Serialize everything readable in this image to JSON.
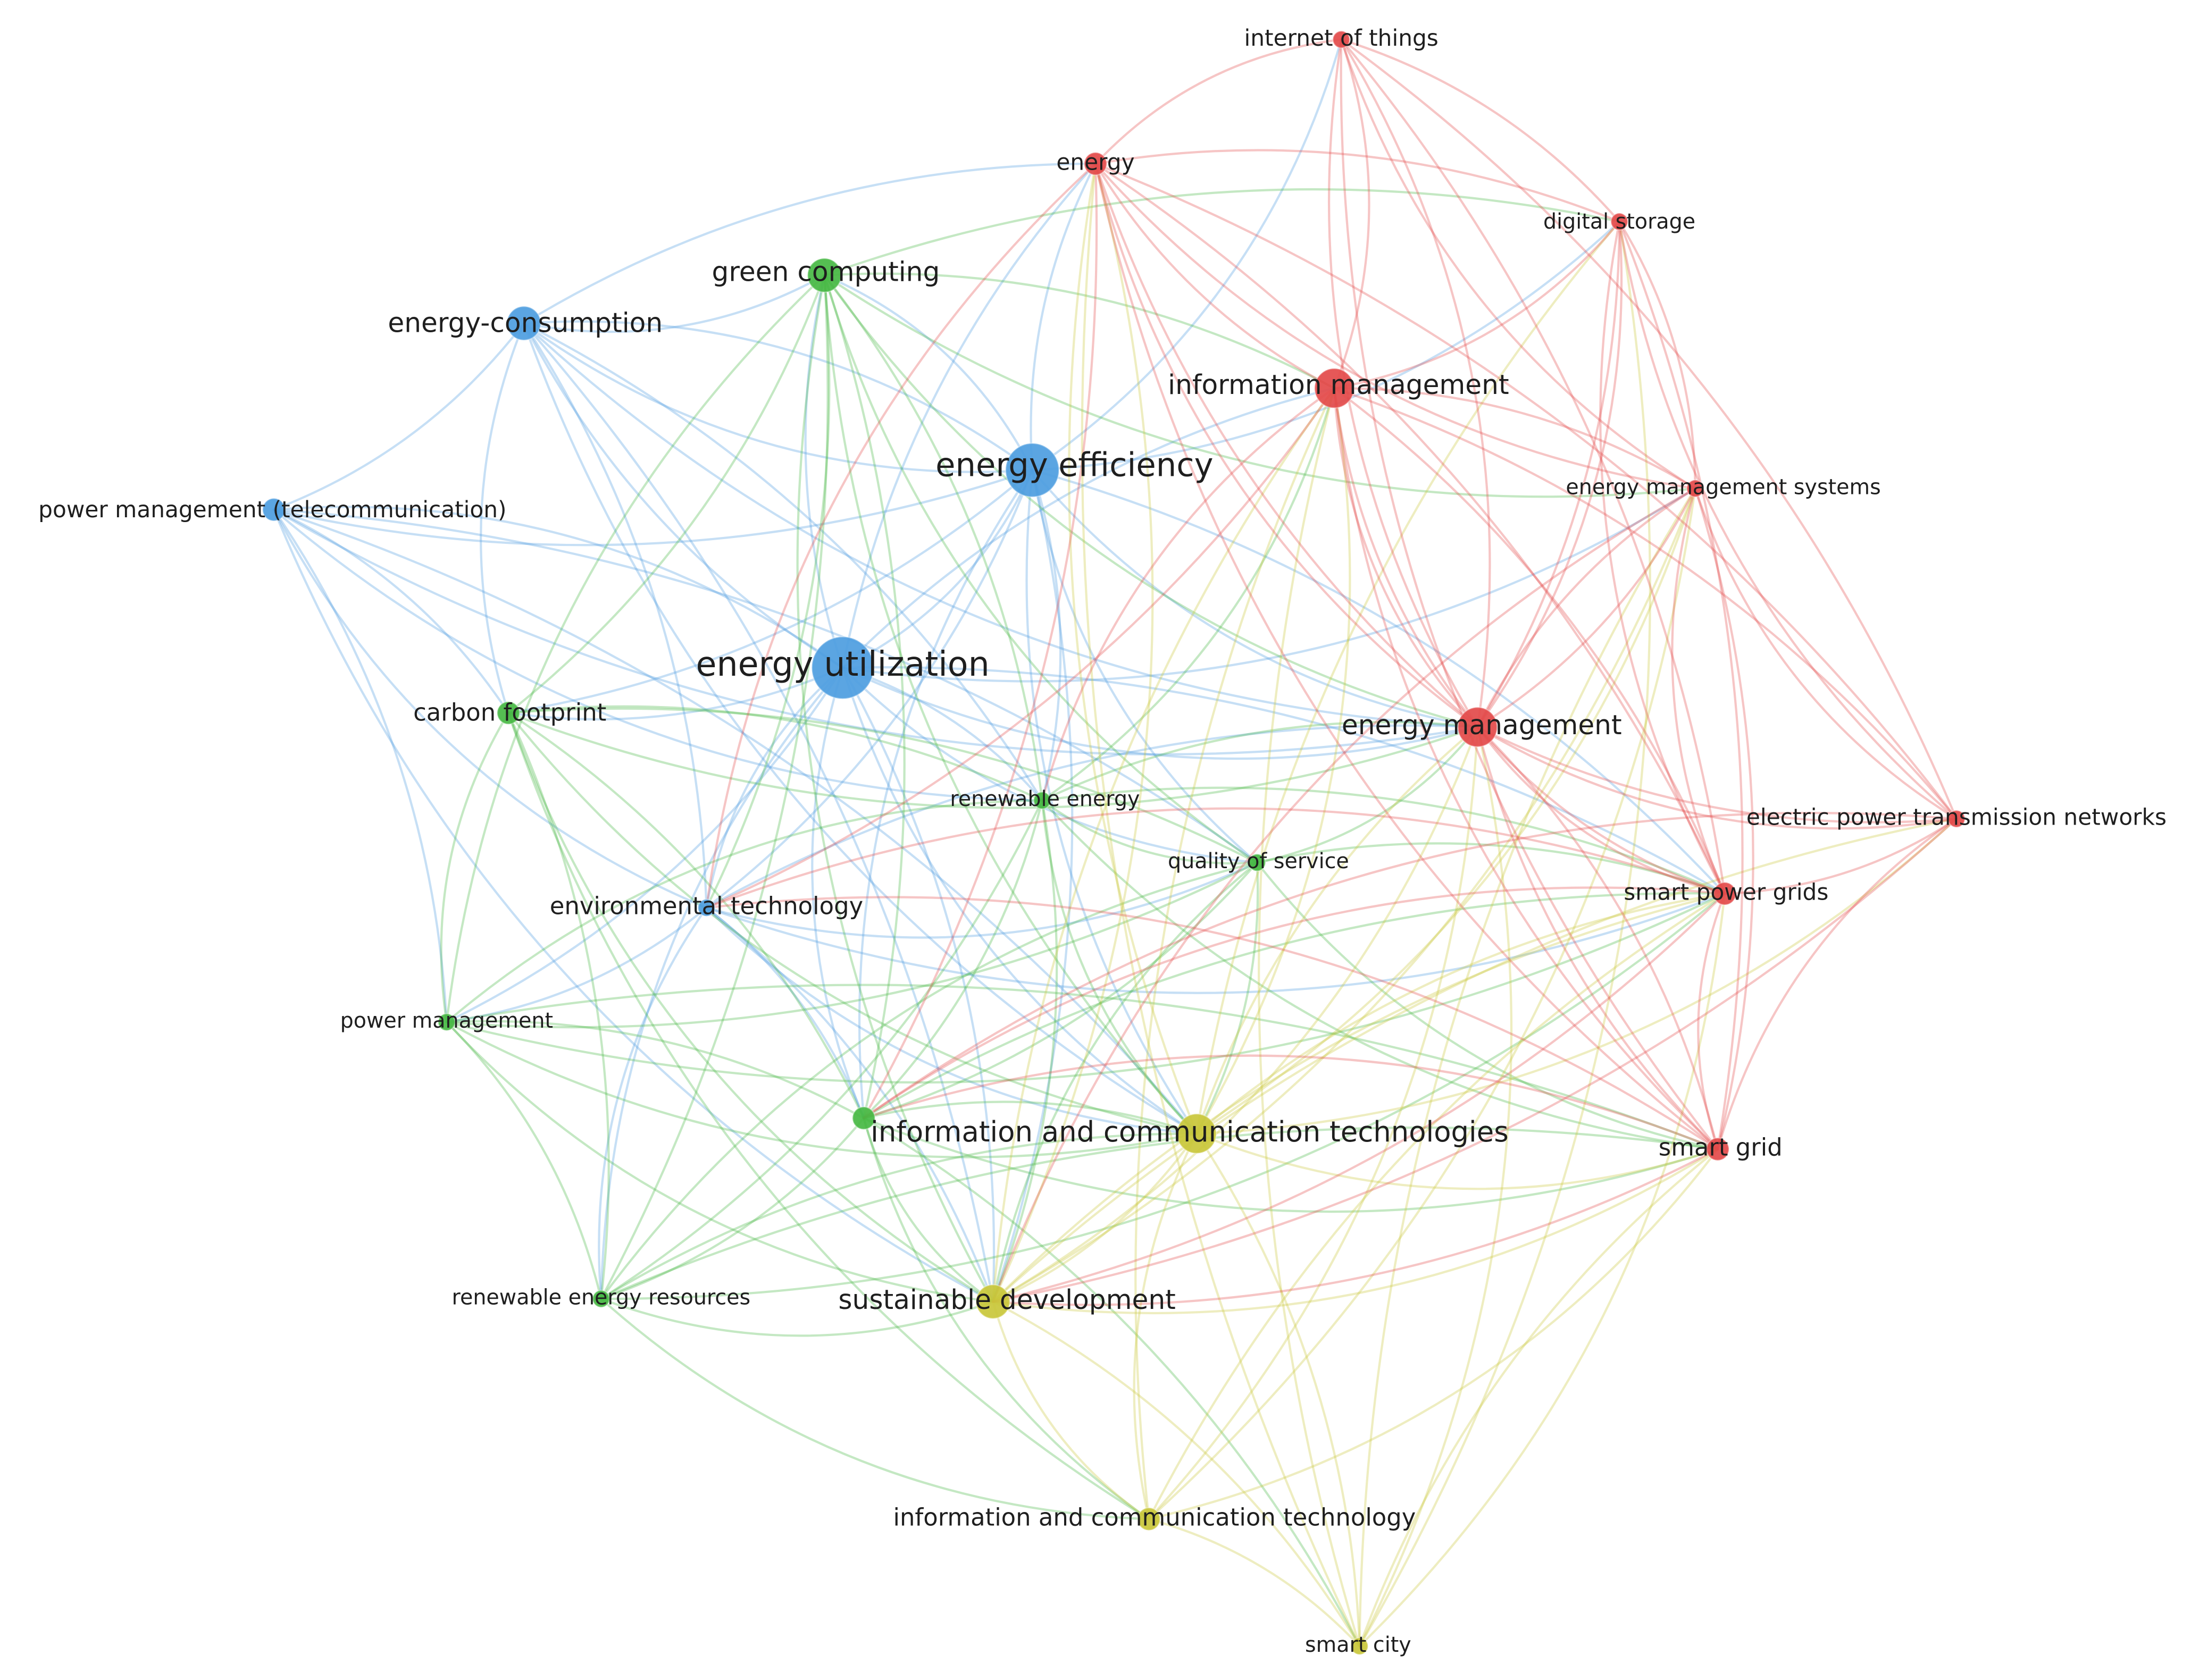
{
  "colors": {
    "blue": "#4d9de0",
    "red": "#e34a4a",
    "green": "#46b843",
    "yellow": "#c9c73a"
  },
  "nodes": [
    {
      "id": "internet-of-things",
      "label": "internet of things",
      "cluster": "red",
      "weight": 1
    },
    {
      "id": "energy",
      "label": "energy",
      "cluster": "red",
      "weight": 2
    },
    {
      "id": "digital-storage",
      "label": "digital storage",
      "cluster": "red",
      "weight": 1
    },
    {
      "id": "green-computing",
      "label": "green computing",
      "cluster": "green",
      "weight": 3
    },
    {
      "id": "energy-consumption",
      "label": "energy-consumption",
      "cluster": "blue",
      "weight": 3
    },
    {
      "id": "information-management",
      "label": "information management",
      "cluster": "red",
      "weight": 4
    },
    {
      "id": "energy-efficiency",
      "label": "energy efficiency",
      "cluster": "blue",
      "weight": 5
    },
    {
      "id": "energy-management-systems",
      "label": "energy management systems",
      "cluster": "red",
      "weight": 1
    },
    {
      "id": "power-management-telecommunication",
      "label": "power management (telecommunication)",
      "cluster": "blue",
      "weight": 2
    },
    {
      "id": "energy-utilization",
      "label": "energy utilization",
      "cluster": "blue",
      "weight": 6
    },
    {
      "id": "carbon-footprint",
      "label": "carbon footprint",
      "cluster": "green",
      "weight": 2
    },
    {
      "id": "energy-management",
      "label": "energy management",
      "cluster": "red",
      "weight": 4
    },
    {
      "id": "renewable-energy",
      "label": "renewable energy",
      "cluster": "green",
      "weight": 1
    },
    {
      "id": "electric-power-transmission-networks",
      "label": "electric power transmission networks",
      "cluster": "red",
      "weight": 1
    },
    {
      "id": "quality-of-service",
      "label": "quality of service",
      "cluster": "green",
      "weight": 1
    },
    {
      "id": "smart-power-grids",
      "label": "smart power grids",
      "cluster": "red",
      "weight": 2
    },
    {
      "id": "environmental-technology",
      "label": "environmental technology",
      "cluster": "blue",
      "weight": 1
    },
    {
      "id": "power-management",
      "label": "power management",
      "cluster": "green",
      "weight": 1
    },
    {
      "id": "unlabelled-green",
      "label": "",
      "cluster": "green",
      "weight": 2
    },
    {
      "id": "ict-plural",
      "label": "information and communication technologies",
      "cluster": "yellow",
      "weight": 4
    },
    {
      "id": "smart-grid",
      "label": "smart grid",
      "cluster": "red",
      "weight": 2
    },
    {
      "id": "renewable-energy-resources",
      "label": "renewable energy resources",
      "cluster": "green",
      "weight": 1
    },
    {
      "id": "sustainable-development",
      "label": "sustainable development",
      "cluster": "yellow",
      "weight": 3
    },
    {
      "id": "ict-singular",
      "label": "information and communication technology",
      "cluster": "yellow",
      "weight": 2
    },
    {
      "id": "smart-city",
      "label": "smart city",
      "cluster": "yellow",
      "weight": 1
    }
  ]
}
